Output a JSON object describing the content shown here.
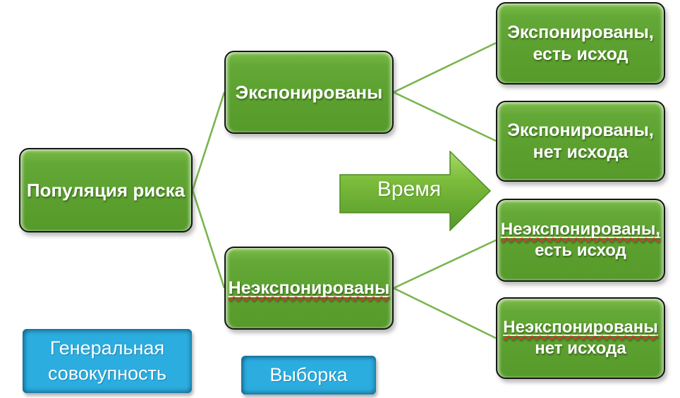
{
  "nodes": {
    "population": {
      "label": "Популяция риска"
    },
    "exposed": {
      "label": "Экспонированы"
    },
    "unexposed": {
      "label": "Неэкспонированы"
    },
    "exposed_outcome": {
      "line1": "Экспонированы,",
      "line2": "есть исход"
    },
    "exposed_no_outcome": {
      "line1": "Экспонированы,",
      "line2": "нет исхода"
    },
    "unexposed_outcome": {
      "line1": "Неэкспонированы,",
      "line2": "есть исход"
    },
    "unexposed_no_outcome": {
      "line1": "Неэкспонированы",
      "line2": "нет исхода"
    }
  },
  "arrow": {
    "label": "Время"
  },
  "legend": {
    "general_population": {
      "line1": "Генеральная",
      "line2": "совокупность"
    },
    "sample": {
      "label": "Выборка"
    }
  },
  "colors": {
    "node_green": "#5ca12f",
    "node_border": "#161616",
    "connector_green": "#79b54e",
    "arrow_green_light": "#9ed060",
    "arrow_green_dark": "#55992a",
    "blue_box": "#2caddf",
    "text": "#ffffff",
    "spellcheck_red": "#c3402f"
  }
}
